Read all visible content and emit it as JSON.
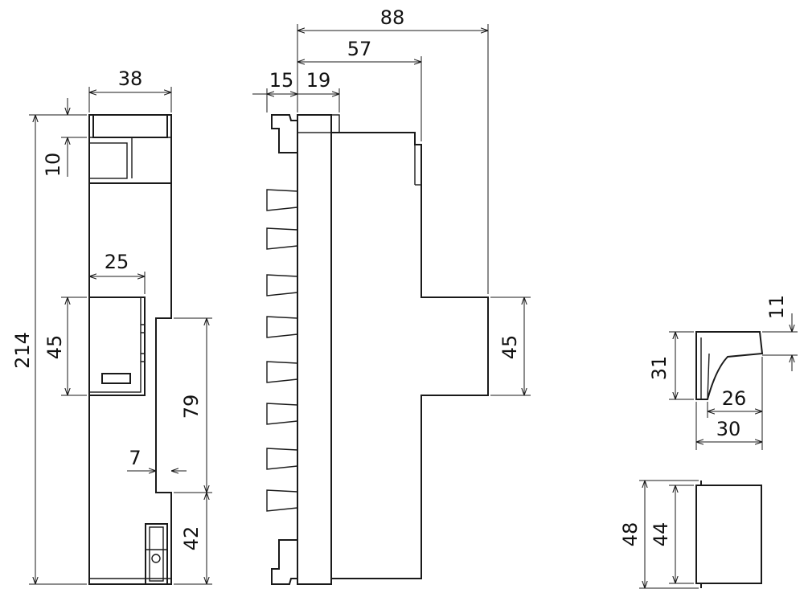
{
  "colors": {
    "line": "#1a1a1a",
    "background": "#ffffff"
  },
  "dimensions": {
    "front_width": "38",
    "front_top": "10",
    "front_height": "214",
    "front_window_width": "25",
    "front_window_height": "45",
    "front_recess_height": "79",
    "front_step": "7",
    "front_bottom": "42",
    "side_total_depth": "88",
    "side_mid_depth": "57",
    "side_rail": "15",
    "side_body": "19",
    "side_boss_height": "45",
    "cover_tab": "11",
    "cover_height": "31",
    "cover_inner": "26",
    "cover_width": "30",
    "cap_outer": "48",
    "cap_inner": "44"
  }
}
